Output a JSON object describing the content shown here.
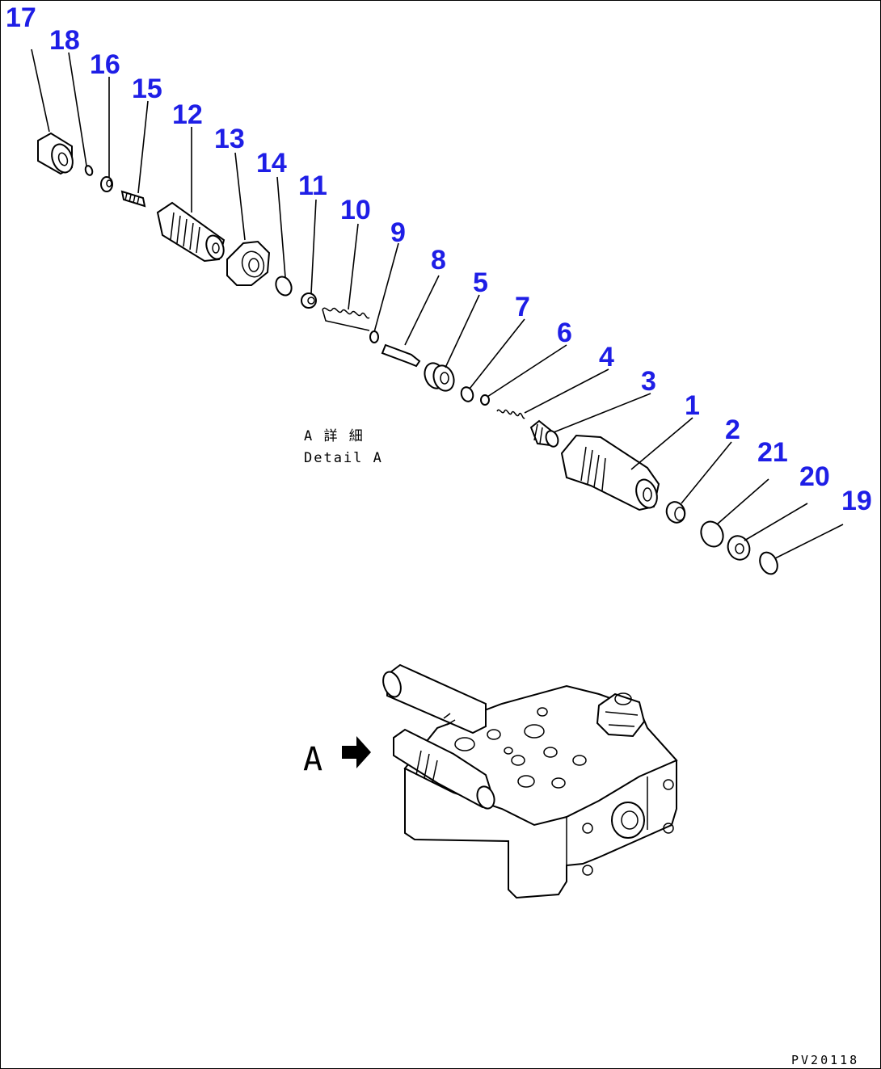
{
  "diagram": {
    "callouts": [
      "17",
      "18",
      "16",
      "15",
      "12",
      "13",
      "14",
      "11",
      "10",
      "9",
      "8",
      "5",
      "7",
      "6",
      "4",
      "3",
      "1",
      "2",
      "21",
      "20",
      "19"
    ],
    "detail_caption_jp": "A  詳  細",
    "detail_caption_en": "Detail A",
    "view_marker": "A",
    "drawing_code": "PV20118"
  },
  "colors": {
    "callout_color": "#1e1ee6",
    "line_color": "#000000"
  }
}
